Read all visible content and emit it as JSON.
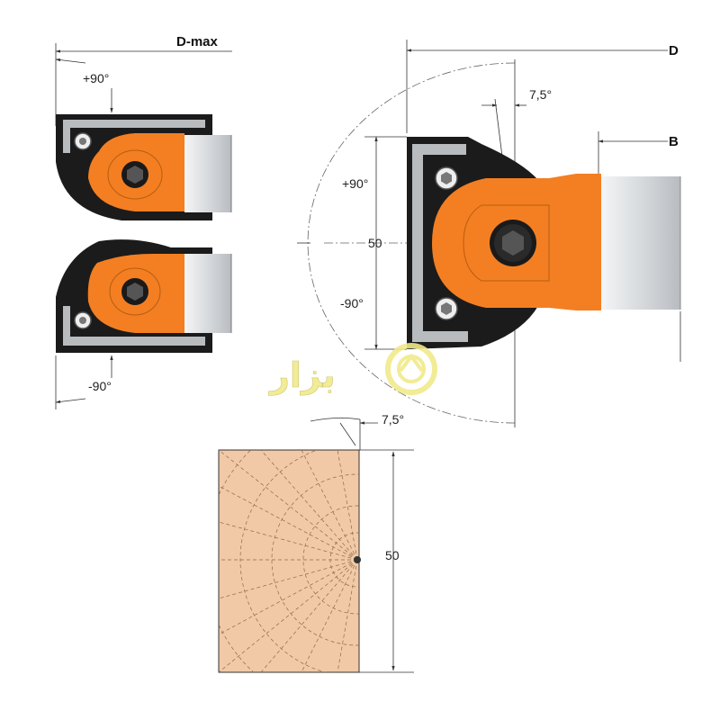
{
  "labels": {
    "d_max": "D-max",
    "plus90_left": "+90°",
    "minus90_left": "-90°",
    "d": "D",
    "b": "B",
    "angle_top": "7,5°",
    "plus90_main": "+90°",
    "fifty_main": "50",
    "minus90_main": "-90°",
    "angle_bottom": "7,5°",
    "fifty_wood": "50"
  },
  "colors": {
    "body_orange": "#f37f22",
    "holder_black": "#1b1b1b",
    "knife_steel": "#c9cdd1",
    "wood": "#f1c9a6",
    "watermark": "#f0ea8a"
  },
  "icons": [
    "hex-socket-screw-icon",
    "allen-bolt-icon",
    "watermark-logo-icon"
  ]
}
